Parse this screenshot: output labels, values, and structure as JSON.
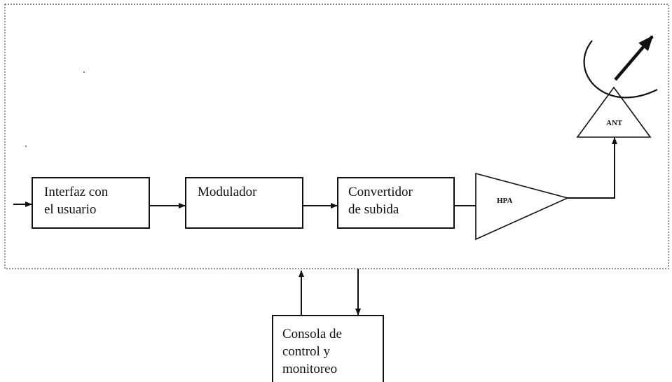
{
  "blocks": {
    "interfaz": {
      "line1": "Interfaz con",
      "line2": "el usuario"
    },
    "modulador": {
      "line1": "Modulador"
    },
    "convertidor": {
      "line1": "Convertidor",
      "line2": "de subida"
    },
    "hpa": {
      "label": "HPA"
    },
    "antena": {
      "label": "ANT"
    },
    "consola": {
      "line1": "Consola de",
      "line2": "control y",
      "line3": "monitoreo"
    }
  }
}
